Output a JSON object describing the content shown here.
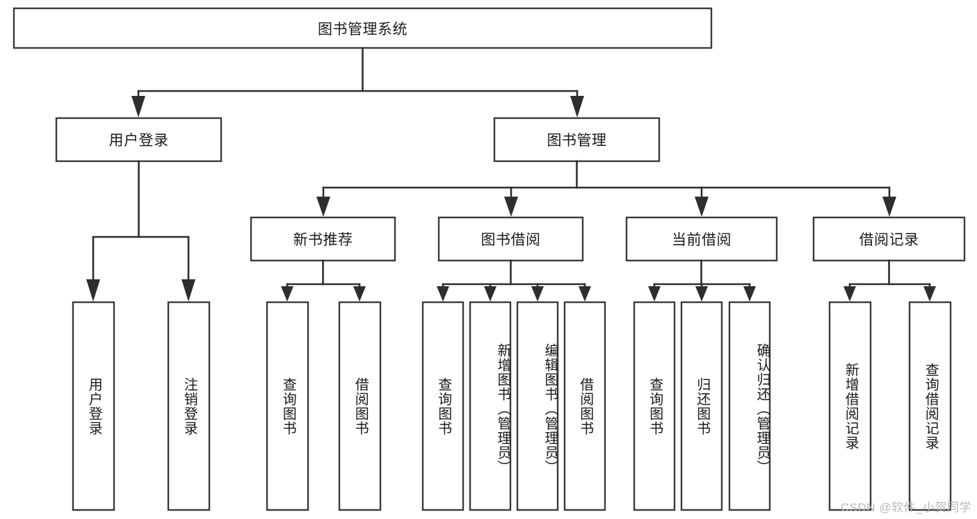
{
  "diagram": {
    "title": "图书管理系统",
    "type": "tree-hierarchy",
    "watermark": "CSDN @软件_小贺同学",
    "colors": {
      "box_stroke": "#3a3a3a",
      "connector": "#2e2e2e",
      "background": "#ffffff",
      "text": "#1a1a1a",
      "watermark": "#b9b9b9"
    },
    "root": {
      "label": "图书管理系统"
    },
    "level2": [
      {
        "label": "用户登录"
      },
      {
        "label": "图书管理"
      }
    ],
    "level3": [
      {
        "label": "新书推荐"
      },
      {
        "label": "图书借阅"
      },
      {
        "label": "当前借阅"
      },
      {
        "label": "借阅记录"
      }
    ],
    "leaves": {
      "user_login": [
        {
          "label": "用户登录"
        },
        {
          "label": "注销登录"
        }
      ],
      "new_book_recommend": [
        {
          "label": "查询图书"
        },
        {
          "label": "借阅图书"
        }
      ],
      "book_borrow": [
        {
          "label": "查询图书"
        },
        {
          "label": "新增图书（管理员）"
        },
        {
          "label": "编辑图书（管理员）"
        },
        {
          "label": "借阅图书"
        }
      ],
      "current_borrow": [
        {
          "label": "查询图书"
        },
        {
          "label": "归还图书"
        },
        {
          "label": "确认归还（管理员）"
        }
      ],
      "borrow_records": [
        {
          "label": "新增借阅记录"
        },
        {
          "label": "查询借阅记录"
        }
      ]
    }
  }
}
